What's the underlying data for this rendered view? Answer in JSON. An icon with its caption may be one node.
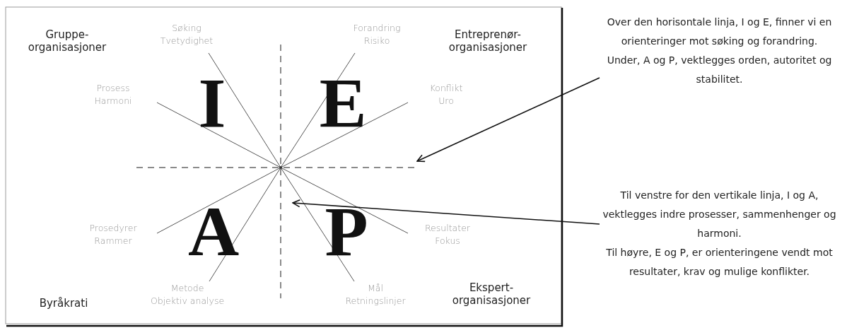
{
  "diagram": {
    "nodes": [
      {
        "text": [
          "Over den horisontale linja, I og E, finner vi en orienteringer mot søking og forandring.",
          "Under, A og P, vektlegges orden, autoritet og stabilitet."
        ]
      },
      {
        "text": [
          "Til venstre for den vertikale linja, I og A, vektlegges indre prosesser, sammenhenger og harmoni.",
          "Til høyre, E og P, er orienteringene vendt mot resultater, krav og mulige konflikter."
        ]
      }
    ],
    "edges": [
      {
        "from": 0,
        "to": null,
        "arrow": "to"
      },
      {
        "from": 1,
        "to": null,
        "arrow": "to"
      }
    ],
    "labels": [
      "Gruppe- organisasjoner",
      "Søking",
      "Tvetydighet",
      "Forandring",
      "Risiko",
      "Entreprenør- organisasjoner",
      "Prosess",
      "Harmoni",
      "I",
      "E",
      "Konflikt",
      "Uro",
      "Prosedyrer",
      "Rammer",
      "A",
      "P",
      "Resultater",
      "Fokus",
      "Metode",
      "Objektiv analyse",
      "Byråkrati",
      "Mål",
      "Retningslinjer",
      "Ekspert- organisasjoner"
    ]
  }
}
